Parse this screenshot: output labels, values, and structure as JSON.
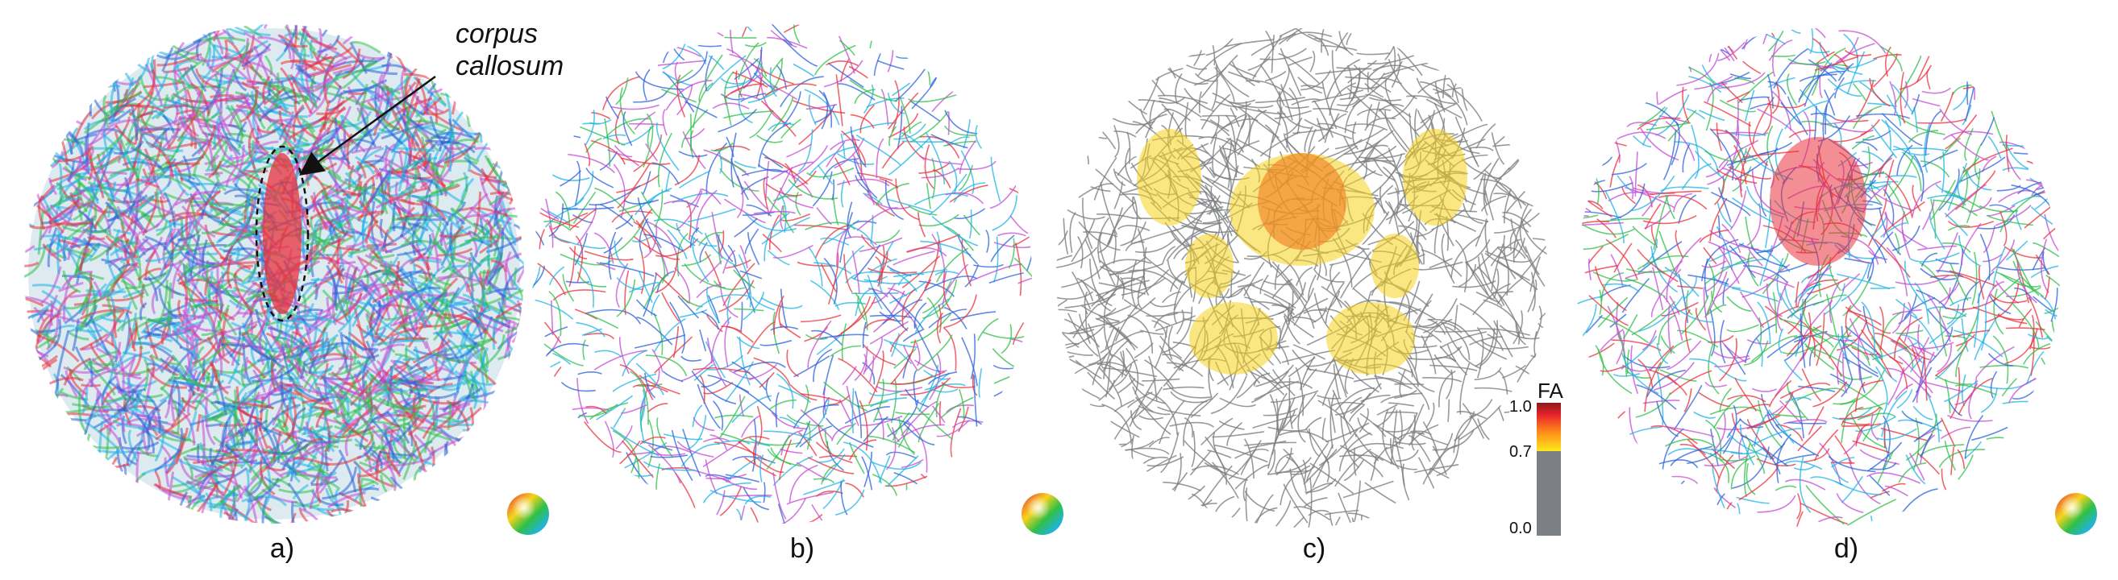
{
  "figure": {
    "panels": [
      {
        "label": "a)",
        "rendering": "dense-fibers",
        "sphere": true
      },
      {
        "label": "b)",
        "rendering": "sparse-colored-fibers",
        "sphere": true
      },
      {
        "label": "c)",
        "rendering": "gray-fibers-fa-highlight",
        "sphere": false
      },
      {
        "label": "d)",
        "rendering": "sparse-colored-fibers-highlight",
        "sphere": true
      }
    ],
    "annotation": {
      "line1": "corpus",
      "line2": "callosum"
    },
    "colorbar": {
      "title": "FA",
      "ticks": [
        {
          "label": "1.0",
          "value": 1.0
        },
        {
          "label": "0.7",
          "value": 0.7
        },
        {
          "label": "0.0",
          "value": 0.0
        }
      ],
      "threshold": 0.7,
      "colors": {
        "high": "#b22222",
        "mid": "#ff3b1f",
        "low": "#ffe81a",
        "below": "#7c7f83"
      }
    },
    "colors": {
      "red": "#e8323c",
      "green": "#2fbf4a",
      "blue": "#2b62d9",
      "cyan": "#1fb3e6",
      "magenta": "#c44bd3",
      "gray": "#7d7f82",
      "yellow": "#f7d31c",
      "orange": "#f07a1e"
    }
  }
}
